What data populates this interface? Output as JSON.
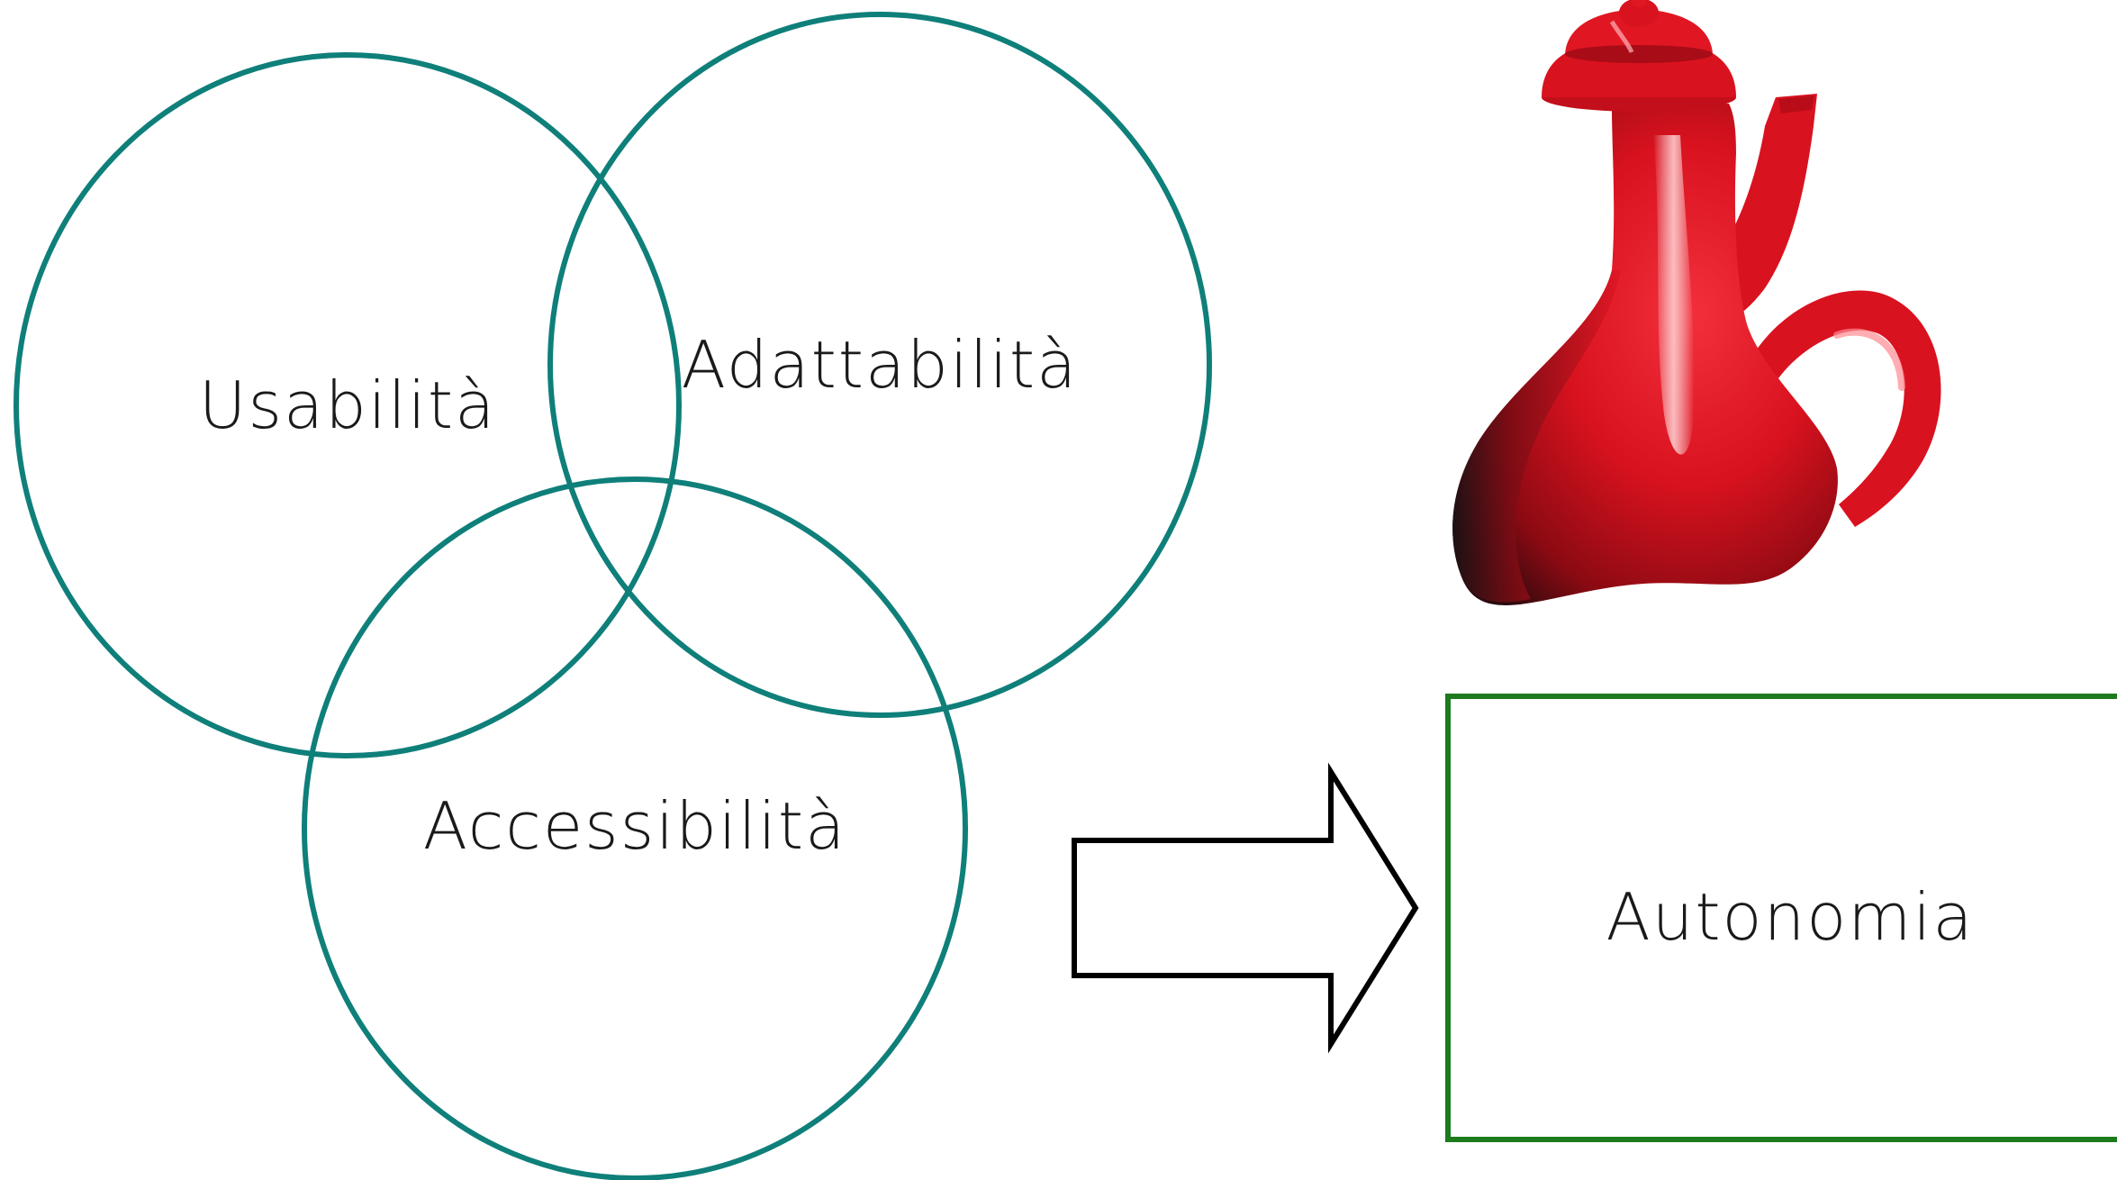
{
  "venn": {
    "circles": [
      {
        "label": "Usabilità"
      },
      {
        "label": "Adattabilità"
      },
      {
        "label": "Accessibilità"
      }
    ],
    "stroke_color": "#0f7f7a"
  },
  "arrow": {
    "icon": "right-arrow-icon",
    "stroke_color": "#000000"
  },
  "result_box": {
    "label": "Autonomia",
    "border_color": "#1d7a1d"
  },
  "illustration": {
    "icon": "red-teapot-icon",
    "body_color": "#e01623"
  }
}
